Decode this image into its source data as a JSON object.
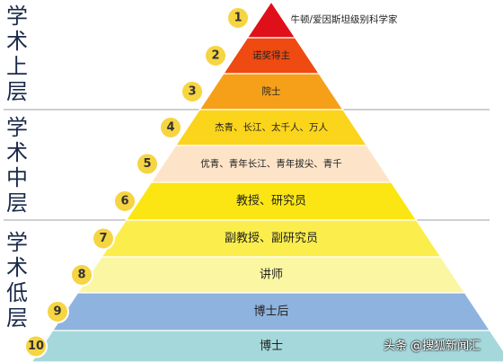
{
  "diagram": {
    "type": "pyramid",
    "groups": [
      {
        "name": "学术上层",
        "chars": [
          "学",
          "术",
          "上",
          "层"
        ]
      },
      {
        "name": "学术中层",
        "chars": [
          "学",
          "术",
          "中",
          "层"
        ]
      },
      {
        "name": "学术低层",
        "chars": [
          "学",
          "术",
          "低",
          "层"
        ]
      }
    ],
    "tiers": [
      {
        "number": "1",
        "label": "牛顿/爱因斯坦级别科学家",
        "color": "#e0101a"
      },
      {
        "number": "2",
        "label": "诺奖得主",
        "color": "#ee4a12"
      },
      {
        "number": "3",
        "label": "院士",
        "color": "#f6a019"
      },
      {
        "number": "4",
        "label": "杰青、长江、太千人、万人",
        "color": "#fbd41c"
      },
      {
        "number": "5",
        "label": "优青、青年长江、青年拔尖、青千",
        "color": "#fde3c8"
      },
      {
        "number": "6",
        "label": "教授、研究员",
        "color": "#fbe613"
      },
      {
        "number": "7",
        "label": "副教授、副研究员",
        "color": "#fbee4c"
      },
      {
        "number": "8",
        "label": "讲师",
        "color": "#fbf6a2"
      },
      {
        "number": "9",
        "label": "博士后",
        "color": "#8eb3de"
      },
      {
        "number": "10",
        "label": "博士",
        "color": "#a5d8da"
      }
    ],
    "badge_color": "#f5d542",
    "divider_color": "#9aa0a6"
  },
  "watermark": "头条 @搜狐新闻汇"
}
